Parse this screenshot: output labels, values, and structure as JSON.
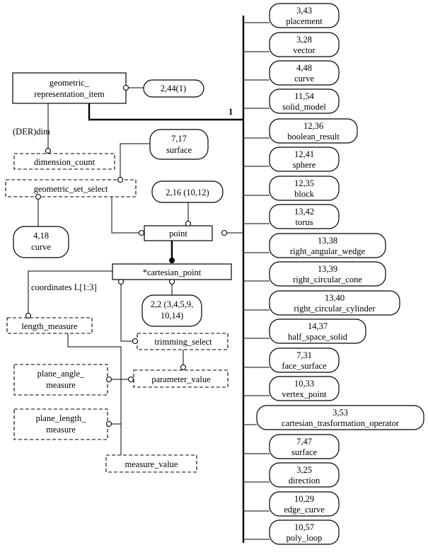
{
  "entities": {
    "geometric_representation_item": [
      "geometric_",
      "representation_item"
    ],
    "point": "point",
    "cartesian_point": "*cartesian_point"
  },
  "types": {
    "dimension_count": "dimension_count",
    "geometric_set_select": "geometric_set_select",
    "length_measure": "length_measure",
    "trimming_select": "trimming_select",
    "plane_angle_measure": [
      "plane_angle_",
      "measure"
    ],
    "parameter_value": "parameter_value",
    "plane_length_measure": [
      "plane_length_",
      "measure"
    ],
    "measure_value": "measure_value"
  },
  "references": {
    "gri_ref": "2,44(1)",
    "surface_top": [
      "7,17",
      "surface"
    ],
    "point_ref": "2,16 (10,12)",
    "curve_left": [
      "4,18",
      "curve"
    ],
    "cartesian_point_ref": [
      "2,2 (3,4,5,9,",
      "10,14)"
    ]
  },
  "labels": {
    "der_dim": "(DER)dim",
    "coordinates": "coordinates L[1:3]",
    "multiplicity": "1"
  },
  "subtypes": [
    {
      "ref": "3,43",
      "name": "placement"
    },
    {
      "ref": "3,28",
      "name": "vector"
    },
    {
      "ref": "4,48",
      "name": "curve"
    },
    {
      "ref": "11,54",
      "name": "solid_model"
    },
    {
      "ref": "12,36",
      "name": "boolean_result"
    },
    {
      "ref": "12,41",
      "name": "sphere"
    },
    {
      "ref": "12,35",
      "name": "block"
    },
    {
      "ref": "13,42",
      "name": "torus"
    },
    {
      "ref": "13,38",
      "name": "right_angular_wedge"
    },
    {
      "ref": "13,39",
      "name": "right_circular_cone"
    },
    {
      "ref": "13,40",
      "name": "right_circular_cylinder"
    },
    {
      "ref": "14,37",
      "name": "half_space_solid"
    },
    {
      "ref": "7,31",
      "name": "face_surface"
    },
    {
      "ref": "10,33",
      "name": "vertex_point"
    },
    {
      "ref": "3,53",
      "name": "cartesian_trasformation_operator"
    },
    {
      "ref": "7,47",
      "name": "surface"
    },
    {
      "ref": "3,25",
      "name": "direction"
    },
    {
      "ref": "10,29",
      "name": "edge_curve"
    },
    {
      "ref": "10,57",
      "name": "poly_loop"
    }
  ]
}
